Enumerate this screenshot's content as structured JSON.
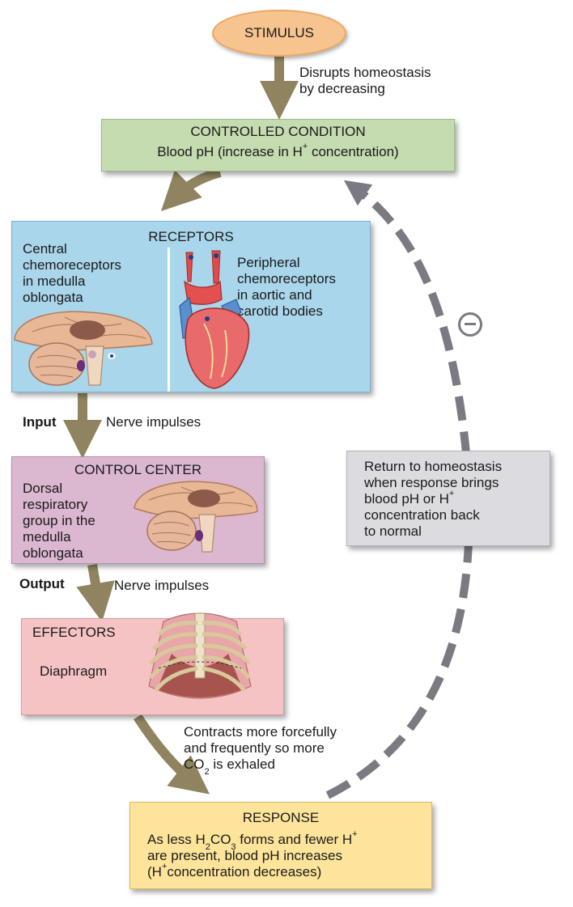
{
  "stimulus": {
    "title": "STIMULUS",
    "note_line1": "Disrupts homeostasis",
    "note_line2": "by decreasing"
  },
  "controlled_condition": {
    "title": "CONTROLLED CONDITION",
    "text_pre": "Blood pH (increase in H",
    "text_sup": "+",
    "text_post": " concentration)"
  },
  "receptors": {
    "title": "RECEPTORS",
    "central": [
      "Central",
      "chemoreceptors",
      "in medulla",
      "oblongata"
    ],
    "peripheral": [
      "Peripheral",
      "chemoreceptors",
      "in aortic and",
      "carotid bodies"
    ]
  },
  "input": {
    "label": "Input",
    "text": "Nerve impulses"
  },
  "control_center": {
    "title": "CONTROL CENTER",
    "lines": [
      "Dorsal",
      "respiratory",
      "group in the",
      "medulla",
      "oblongata"
    ]
  },
  "output": {
    "label": "Output",
    "text": "Nerve impulses"
  },
  "effectors": {
    "title": "EFFECTORS",
    "text": "Diaphragm"
  },
  "effect_note": {
    "line1": "Contracts more forcefully",
    "line2": "and frequently so more",
    "line3_pre": "CO",
    "line3_sub": "2",
    "line3_post": " is exhaled"
  },
  "response": {
    "title": "RESPONSE",
    "line1_a": "As less H",
    "line1_sub1": "2",
    "line1_b": "CO",
    "line1_sub2": "3",
    "line1_c": " forms and fewer H",
    "line1_sup": "+",
    "line2": "are present, blood pH increases",
    "line3_a": "(H",
    "line3_sup": "+",
    "line3_b": "concentration decreases)"
  },
  "feedback": {
    "line1": "Return to homeostasis",
    "line2": "when response brings",
    "line3_pre": "blood pH or H",
    "line3_sup": "+",
    "line4": "concentration back",
    "line5": "to normal"
  },
  "colors": {
    "arrow": "#8f845f",
    "dashed": "#7a7a82",
    "stimulus": "#f7c38f",
    "controlled": "#c5dbb0",
    "receptors": "#a9d6ea",
    "control_center": "#dbb8d0",
    "effectors": "#f5c3c4",
    "response": "#fde49a",
    "feedback": "#dcdce0"
  }
}
